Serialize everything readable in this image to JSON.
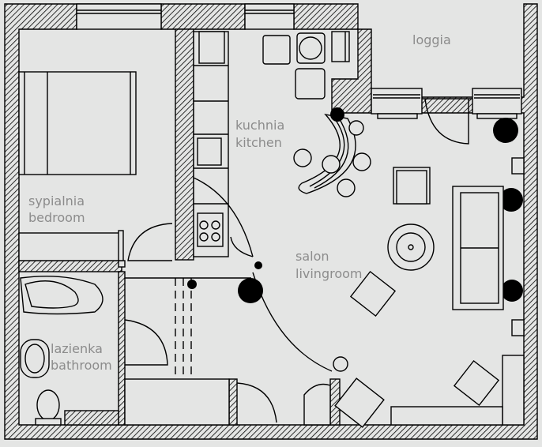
{
  "plan": {
    "rooms": [
      {
        "id": "bedroom",
        "name_pl": "sypialnia",
        "name_en": "bedroom"
      },
      {
        "id": "kitchen",
        "name_pl": "kuchnia",
        "name_en": "kitchen"
      },
      {
        "id": "loggia",
        "name_pl": "loggia"
      },
      {
        "id": "living",
        "name_pl": "salon",
        "name_en": "livingroom"
      },
      {
        "id": "bathroom",
        "name_pl": "lazienka",
        "name_en": "bathroom"
      }
    ],
    "colors": {
      "background": "#e4e5e4",
      "label": "#8c8c8c",
      "line": "#000000"
    }
  }
}
